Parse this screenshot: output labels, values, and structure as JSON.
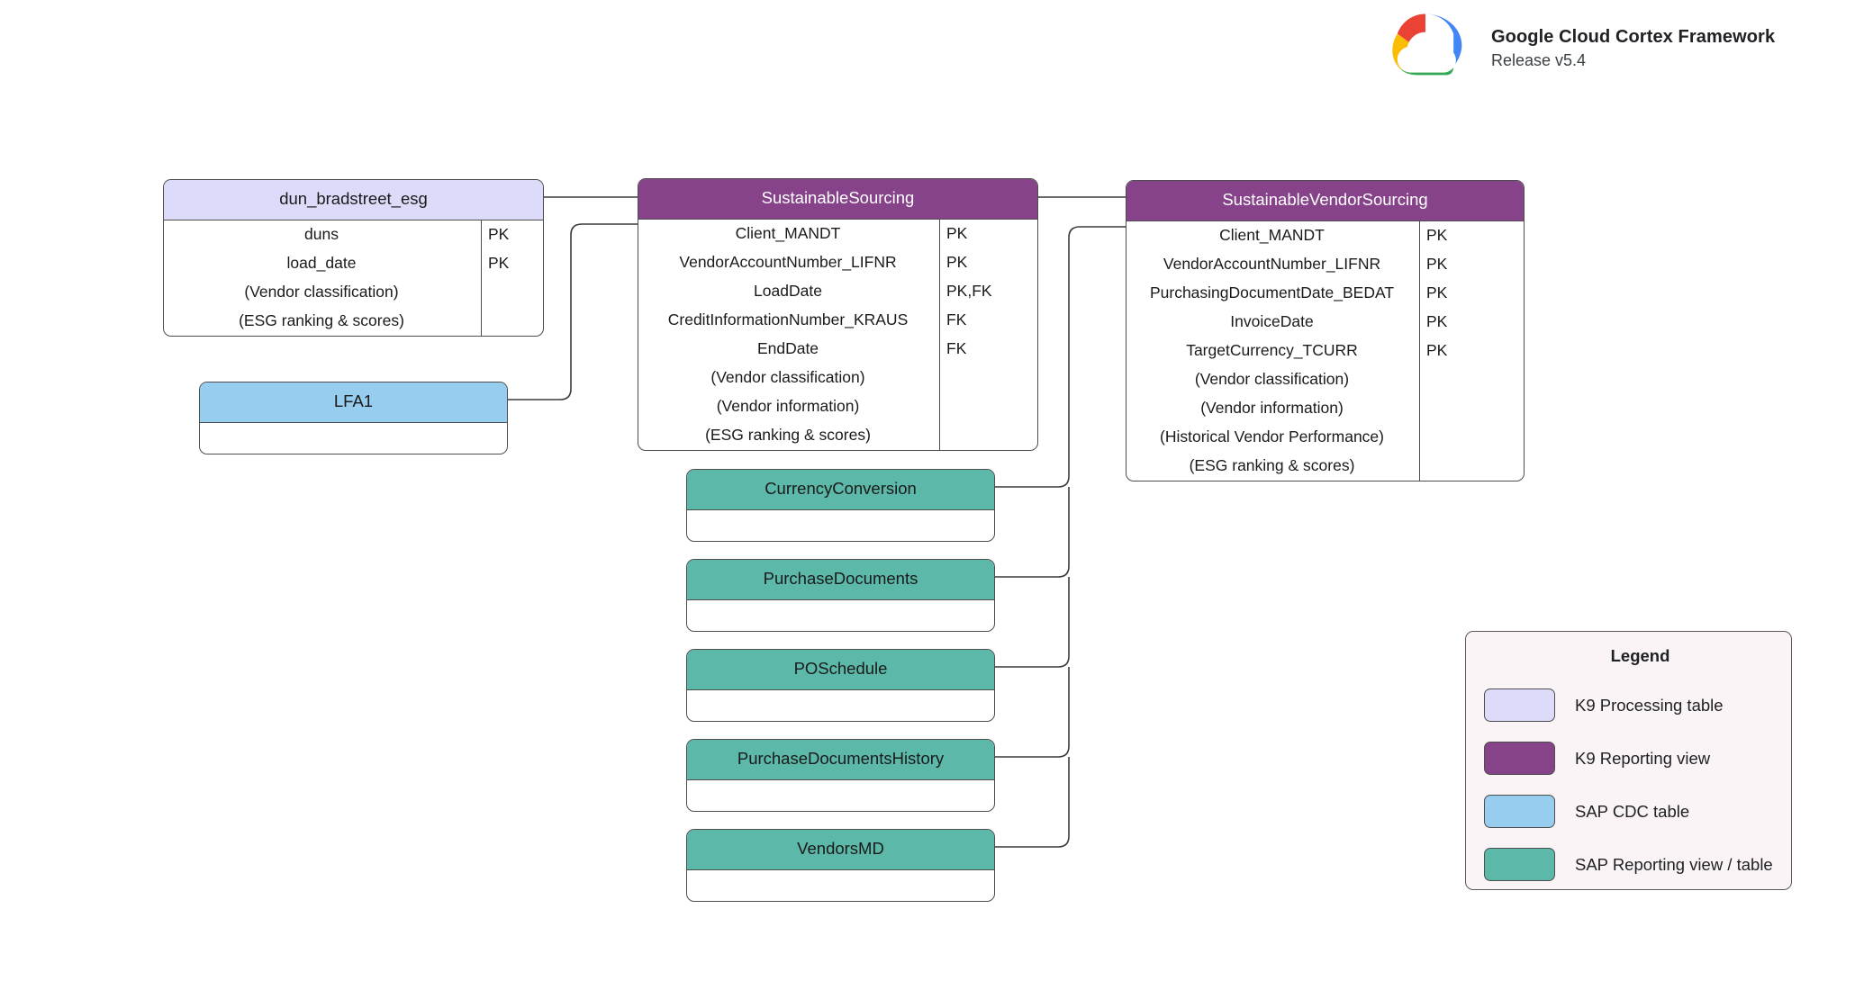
{
  "brand": {
    "title": "Google Cloud Cortex Framework",
    "release": "Release v5.4",
    "logo_icon": "google-cloud-logo"
  },
  "entities": {
    "dun_bradstreet_esg": {
      "name": "dun_bradstreet_esg",
      "type": "K9 Processing table",
      "color": "#dcdcfa",
      "rows": [
        {
          "name": "duns",
          "key": "PK"
        },
        {
          "name": "load_date",
          "key": "PK"
        },
        {
          "name": "(Vendor classification)",
          "key": ""
        },
        {
          "name": "(ESG ranking & scores)",
          "key": ""
        }
      ]
    },
    "lfa1": {
      "name": "LFA1",
      "type": "SAP CDC table",
      "color": "#97cdee",
      "rows": []
    },
    "sustainable_sourcing": {
      "name": "SustainableSourcing",
      "type": "K9 Reporting view",
      "color": "#87438a",
      "rows": [
        {
          "name": "Client_MANDT",
          "key": "PK"
        },
        {
          "name": "VendorAccountNumber_LIFNR",
          "key": "PK"
        },
        {
          "name": "LoadDate",
          "key": "PK,FK"
        },
        {
          "name": "CreditInformationNumber_KRAUS",
          "key": "FK"
        },
        {
          "name": "EndDate",
          "key": "FK"
        },
        {
          "name": "(Vendor classification)",
          "key": ""
        },
        {
          "name": "(Vendor information)",
          "key": ""
        },
        {
          "name": "(ESG ranking & scores)",
          "key": ""
        }
      ]
    },
    "sustainable_vendor_sourcing": {
      "name": "SustainableVendorSourcing",
      "type": "K9 Reporting view",
      "color": "#87438a",
      "rows": [
        {
          "name": "Client_MANDT",
          "key": "PK"
        },
        {
          "name": "VendorAccountNumber_LIFNR",
          "key": "PK"
        },
        {
          "name": "PurchasingDocumentDate_BEDAT",
          "key": "PK"
        },
        {
          "name": "InvoiceDate",
          "key": "PK"
        },
        {
          "name": "TargetCurrency_TCURR",
          "key": "PK"
        },
        {
          "name": "(Vendor classification)",
          "key": ""
        },
        {
          "name": "(Vendor information)",
          "key": ""
        },
        {
          "name": "(Historical Vendor Performance)",
          "key": ""
        },
        {
          "name": "(ESG ranking & scores)",
          "key": ""
        }
      ]
    },
    "currency_conversion": {
      "name": "CurrencyConversion",
      "type": "SAP Reporting view / table",
      "color": "#5cb8a8",
      "rows": []
    },
    "purchase_documents": {
      "name": "PurchaseDocuments",
      "type": "SAP Reporting view / table",
      "color": "#5cb8a8",
      "rows": []
    },
    "po_schedule": {
      "name": "POSchedule",
      "type": "SAP Reporting view / table",
      "color": "#5cb8a8",
      "rows": []
    },
    "purchase_documents_history": {
      "name": "PurchaseDocumentsHistory",
      "type": "SAP Reporting view / table",
      "color": "#5cb8a8",
      "rows": []
    },
    "vendors_md": {
      "name": "VendorsMD",
      "type": "SAP Reporting view / table",
      "color": "#5cb8a8",
      "rows": []
    }
  },
  "relationships": [
    {
      "from": "dun_bradstreet_esg",
      "to": "sustainable_sourcing"
    },
    {
      "from": "lfa1",
      "to": "sustainable_sourcing"
    },
    {
      "from": "sustainable_sourcing",
      "to": "sustainable_vendor_sourcing"
    },
    {
      "from": "currency_conversion",
      "to": "sustainable_vendor_sourcing"
    },
    {
      "from": "purchase_documents",
      "to": "sustainable_vendor_sourcing"
    },
    {
      "from": "po_schedule",
      "to": "sustainable_vendor_sourcing"
    },
    {
      "from": "purchase_documents_history",
      "to": "sustainable_vendor_sourcing"
    },
    {
      "from": "vendors_md",
      "to": "sustainable_vendor_sourcing"
    }
  ],
  "legend": {
    "title": "Legend",
    "items": [
      {
        "label": "K9 Processing table",
        "color": "#dcdcfa"
      },
      {
        "label": "K9 Reporting view",
        "color": "#87438a"
      },
      {
        "label": "SAP CDC table",
        "color": "#97cdee"
      },
      {
        "label": "SAP Reporting view / table",
        "color": "#5cb8a8"
      }
    ]
  }
}
